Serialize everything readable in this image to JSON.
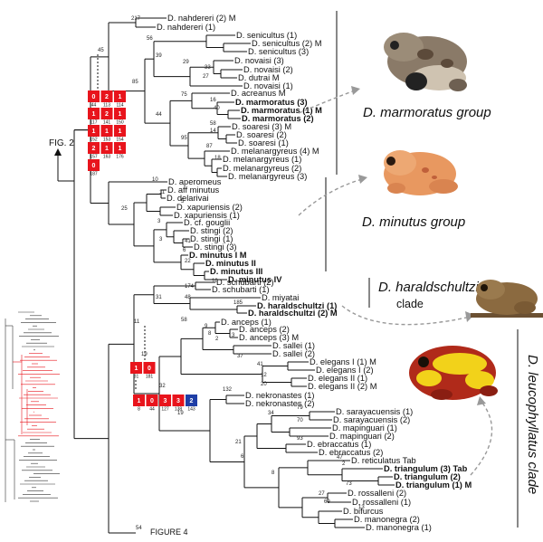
{
  "figure": {
    "fig2_label": "FIG. 2",
    "fig4_label": "FIGURE 4",
    "fig4_support": "54"
  },
  "groups": [
    {
      "key": "marmoratus",
      "label": "D. marmoratus group",
      "photo": "brown-mottled-frog-photo"
    },
    {
      "key": "minutus",
      "label": "D. minutus group",
      "photo": "orange-frog-photo"
    },
    {
      "key": "haraldschultzi",
      "label": "D. haraldschultzi clade",
      "photo": "brown-frog-photo"
    },
    {
      "key": "leucophyllatus",
      "label": "D. leucophyllatus clade",
      "photo": "yellow-red-frog-photo"
    }
  ],
  "colors": {
    "red": "#e8141c",
    "blue": "#1f3ea6",
    "line": "#111111",
    "thumb_red": "#e8141c"
  },
  "tips": [
    {
      "text": "D. nahdereri (2) M",
      "bold": false
    },
    {
      "text": "D. nahdereri (1)",
      "bold": false
    },
    {
      "text": "D. senicultus (1)",
      "bold": false
    },
    {
      "text": "D. senicultus (2) M",
      "bold": false
    },
    {
      "text": "D. senicultus (3)",
      "bold": false
    },
    {
      "text": "D. novaisi (3)",
      "bold": false
    },
    {
      "text": "D. novaisi (2)",
      "bold": false
    },
    {
      "text": "D. dutrai M",
      "bold": false
    },
    {
      "text": "D. novaisi (1)",
      "bold": false
    },
    {
      "text": "D. acreanus M",
      "bold": false
    },
    {
      "text": "D. marmoratus (3)",
      "bold": true
    },
    {
      "text": "D. marmoratus (1) M",
      "bold": true
    },
    {
      "text": "D. marmoratus (2)",
      "bold": true
    },
    {
      "text": "D. soaresi (3) M",
      "bold": false
    },
    {
      "text": "D. soaresi (2)",
      "bold": false
    },
    {
      "text": "D. soaresi (1)",
      "bold": false
    },
    {
      "text": "D. melanargyreus (4) M",
      "bold": false
    },
    {
      "text": "D. melanargyreus (1)",
      "bold": false
    },
    {
      "text": "D. melanargyreus (2)",
      "bold": false
    },
    {
      "text": "D. melanargyreus (3)",
      "bold": false
    },
    {
      "text": "D. aperomeus",
      "bold": false
    },
    {
      "text": "D. aff minutus",
      "bold": false
    },
    {
      "text": "D. delarivai",
      "bold": false
    },
    {
      "text": "D. xapuriensis (2)",
      "bold": false
    },
    {
      "text": "D. xapuriensis (1)",
      "bold": false
    },
    {
      "text": "D. cf. gouglii",
      "bold": false
    },
    {
      "text": "D. stingi (2)",
      "bold": false
    },
    {
      "text": "D. stingi (1)",
      "bold": false
    },
    {
      "text": "D. stingi (3)",
      "bold": false
    },
    {
      "text": "D. minutus I M",
      "bold": true
    },
    {
      "text": "D. minutus II",
      "bold": true
    },
    {
      "text": "D. minutus III",
      "bold": true
    },
    {
      "text": "D. minutus IV",
      "bold": true
    },
    {
      "text": "D. schubarti (2)",
      "bold": false
    },
    {
      "text": "D. schubarti (1)",
      "bold": false
    },
    {
      "text": "D. miyatai",
      "bold": false
    },
    {
      "text": "D. haraldschultzi (1)",
      "bold": true
    },
    {
      "text": "D. haraldschultzi (2) M",
      "bold": true
    },
    {
      "text": "D. anceps (1)",
      "bold": false
    },
    {
      "text": "D. anceps (2)",
      "bold": false
    },
    {
      "text": "D. anceps (3) M",
      "bold": false
    },
    {
      "text": "D. sallei (1)",
      "bold": false
    },
    {
      "text": "D. sallei (2)",
      "bold": false
    },
    {
      "text": "D. elegans I (1) M",
      "bold": false
    },
    {
      "text": "D. elegans I (2)",
      "bold": false
    },
    {
      "text": "D. elegans II (1)",
      "bold": false
    },
    {
      "text": "D. elegans II (2) M",
      "bold": false
    },
    {
      "text": "D. nekronastes (1)",
      "bold": false
    },
    {
      "text": "D. nekronastes (2)",
      "bold": false
    },
    {
      "text": "D. sarayacuensis (1)",
      "bold": false
    },
    {
      "text": "D. sarayacuensis (2)",
      "bold": false
    },
    {
      "text": "D. mapinguari (1)",
      "bold": false
    },
    {
      "text": "D. mapinguari (2)",
      "bold": false
    },
    {
      "text": "D. ebraccatus (1)",
      "bold": false
    },
    {
      "text": "D. ebraccatus (2)",
      "bold": false
    },
    {
      "text": "D. reticulatus Tab",
      "bold": false
    },
    {
      "text": "D. triangulum (3) Tab",
      "bold": true
    },
    {
      "text": "D. triangulum (2)",
      "bold": true
    },
    {
      "text": "D. triangulum (1) M",
      "bold": true
    },
    {
      "text": "D. rossalleni (2)",
      "bold": false
    },
    {
      "text": "D. rossalleni (1)",
      "bold": false
    },
    {
      "text": "D. bifurcus",
      "bold": false
    },
    {
      "text": "D. manonegra (2)",
      "bold": false
    },
    {
      "text": "D. manonegra (1)",
      "bold": false
    }
  ],
  "supports": [
    "217",
    "45",
    "56",
    "39",
    "29",
    "33",
    "27",
    "85",
    "44",
    "75",
    "16",
    "40",
    "58",
    "14",
    "95",
    "87",
    "18",
    "10",
    "11",
    "5",
    "25",
    "3",
    "3",
    "41",
    "6",
    "22",
    "10",
    "174",
    "31",
    "48",
    "185",
    "11",
    "58",
    "9",
    "8",
    "2",
    "3",
    "19",
    "37",
    "41",
    "12",
    "20",
    "32",
    "132",
    "19",
    "79",
    "70",
    "34",
    "93",
    "21",
    "6",
    "47",
    "2",
    "8",
    "73",
    "27",
    "69",
    "13"
  ],
  "constraint_boxes": [
    {
      "rows": [
        {
          "cells": [
            "0",
            "2",
            "1"
          ],
          "nums": [
            "44",
            "113",
            "114"
          ]
        },
        {
          "cells": [
            "1",
            "2",
            "1"
          ],
          "nums": [
            "117",
            "141",
            "150"
          ]
        },
        {
          "cells": [
            "1",
            "1",
            "1"
          ],
          "nums": [
            "152",
            "153",
            "154"
          ]
        },
        {
          "cells": [
            "2",
            "1",
            "1"
          ],
          "nums": [
            "157",
            "163",
            "176"
          ]
        },
        {
          "cells": [
            "0"
          ],
          "nums": [
            "187"
          ]
        }
      ]
    },
    {
      "rows": [
        {
          "cells": [
            "1",
            "0"
          ],
          "nums": [
            "81",
            "181"
          ]
        }
      ]
    },
    {
      "rows": [
        {
          "cells": [
            "1",
            "0",
            "3",
            "3",
            "2"
          ],
          "nums": [
            "8",
            "44",
            "127",
            "138",
            "143"
          ]
        }
      ]
    }
  ]
}
